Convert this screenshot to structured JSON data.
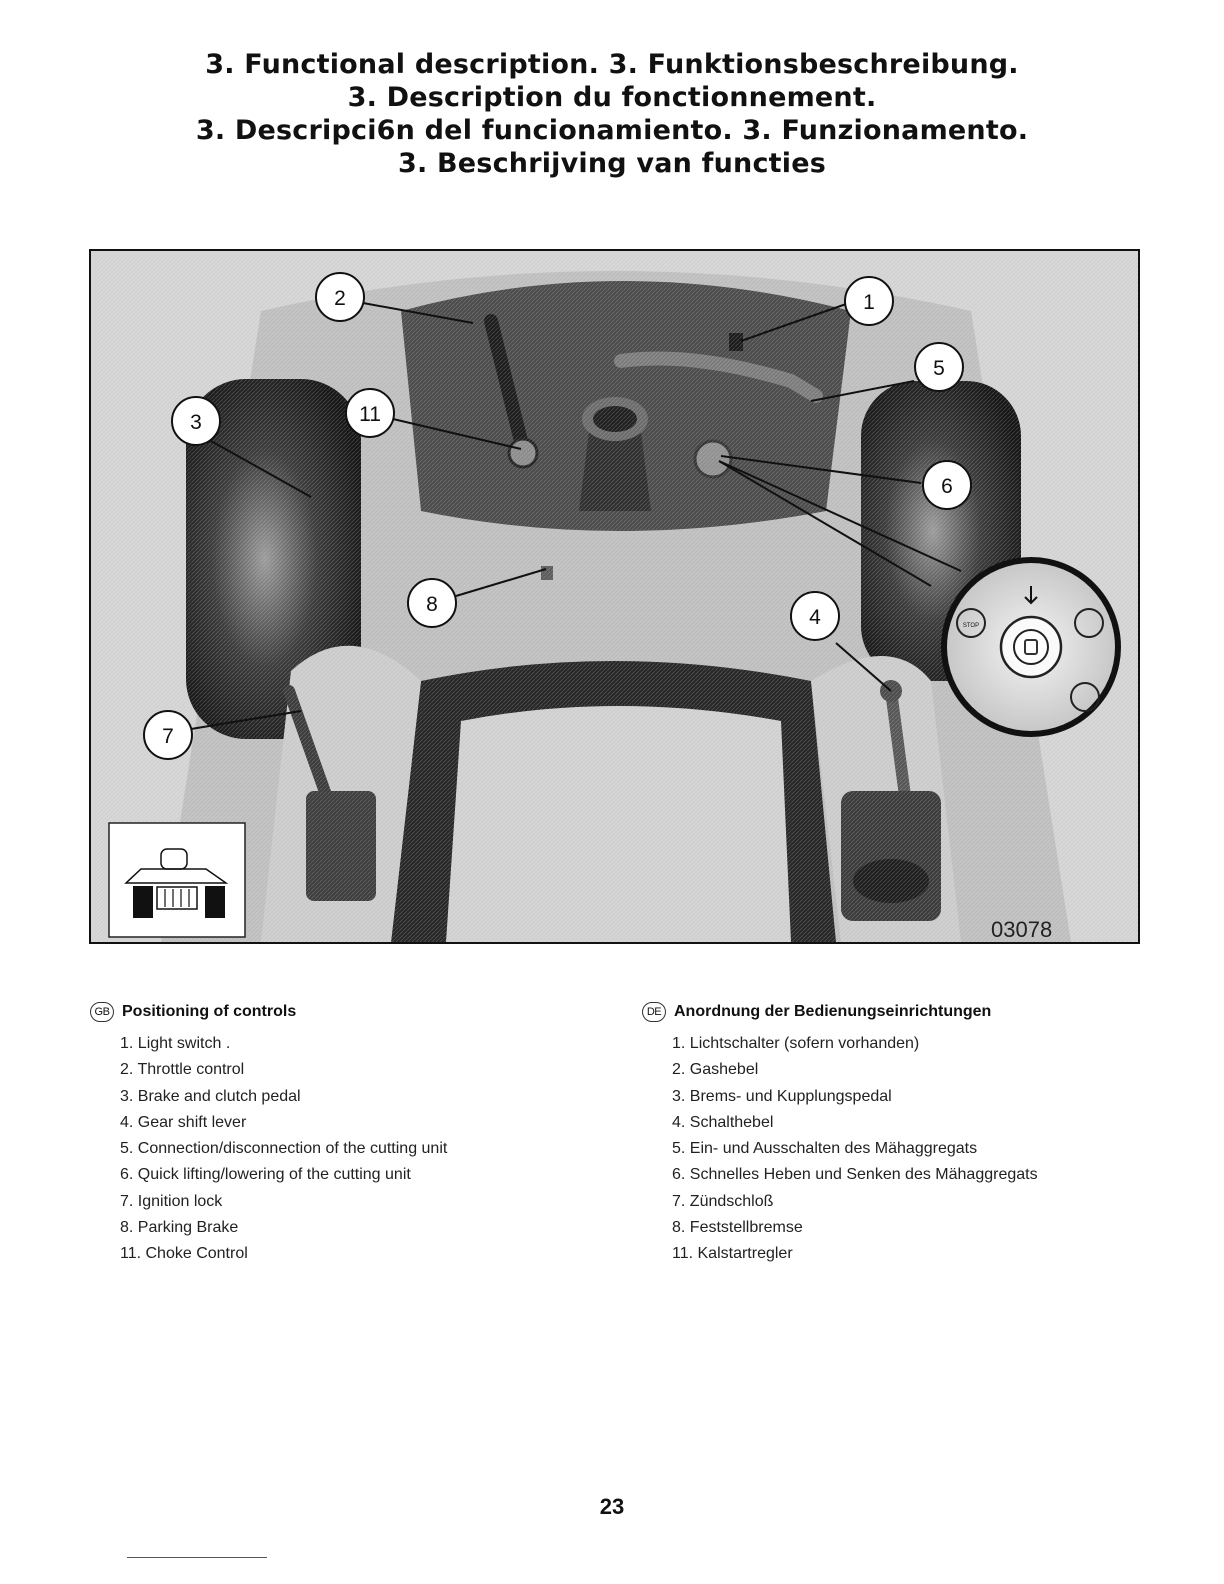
{
  "titles": [
    "3. Functional description.   3. Funktionsbeschreibung.",
    "3. Description du fonctionnement.",
    "3. Descripci6n del funcionamiento.   3. Funzionamento.",
    "3. Beschrijving van functies"
  ],
  "figure": {
    "image_code": "03078",
    "callouts": [
      "1",
      "2",
      "3",
      "4",
      "5",
      "6",
      "7",
      "8",
      "11"
    ],
    "key_switch_label": "STOP"
  },
  "sections": [
    {
      "lang_code": "GB",
      "heading": "Positioning of controls",
      "items": [
        "1. Light switch .",
        "2. Throttle control",
        "3. Brake and clutch pedal",
        "4. Gear shift  lever",
        "5. Connection/disconnection of the cutting unit",
        "6. Quick lifting/lowering  of the cutting unit",
        "7. Ignition lock",
        "8. Parking Brake",
        "11. Choke Control"
      ]
    },
    {
      "lang_code": "DE",
      "heading": "Anordnung der Bedienungseinrichtungen",
      "items": [
        "1. Lichtschalter (sofern vorhanden)",
        "2. Gashebel",
        "3. Brems- und Kupplungspedal",
        "4. Schalthebel",
        "5. Ein- und Ausschalten des Mähaggregats",
        "6. Schnelles Heben und Senken des Mähaggregats",
        "7. Zündschloß",
        "8. Feststellbremse",
        "11. Kalstartregler"
      ]
    }
  ],
  "page_number": "23"
}
